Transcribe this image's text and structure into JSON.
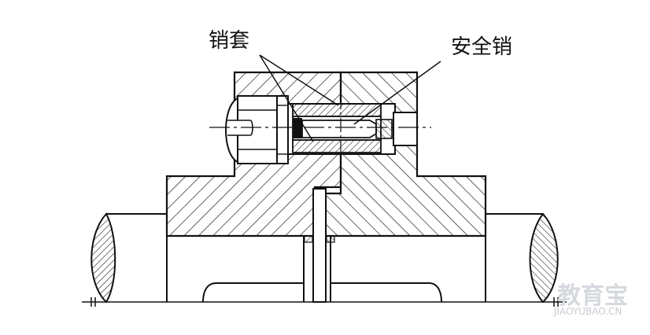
{
  "labels": {
    "pin_sleeve": "销套",
    "safety_pin": "安全销"
  },
  "watermark": {
    "logo_text": "教育宝",
    "url": "JIAOYUBAO.CN"
  },
  "colors": {
    "line": "#111111",
    "background": "#ffffff",
    "watermark": "#d6d9de"
  }
}
